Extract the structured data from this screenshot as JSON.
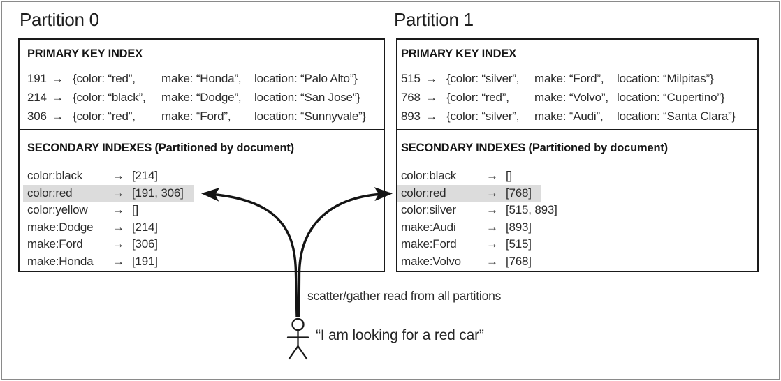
{
  "partitions": [
    {
      "title": "Partition 0",
      "primary_header": "PRIMARY KEY INDEX",
      "primary_rows": [
        {
          "key": "191",
          "arrow": "→",
          "color": "{color: “red”,",
          "make": "make: “Honda”,",
          "location": "location: “Palo Alto”}"
        },
        {
          "key": "214",
          "arrow": "→",
          "color": "{color: “black”,",
          "make": "make: “Dodge”,",
          "location": "location: “San Jose”}"
        },
        {
          "key": "306",
          "arrow": "→",
          "color": "{color: “red”,",
          "make": "make: “Ford”,",
          "location": "location: “Sunnyvale”}"
        }
      ],
      "secondary_header": "SECONDARY INDEXES (Partitioned by document)",
      "secondary_rows": [
        {
          "key": "color:black",
          "arrow": "→",
          "value": "[214]",
          "highlighted": false
        },
        {
          "key": "color:red",
          "arrow": "→",
          "value": "[191, 306]",
          "highlighted": true
        },
        {
          "key": "color:yellow",
          "arrow": "→",
          "value": "[]",
          "highlighted": false
        },
        {
          "key": "make:Dodge",
          "arrow": "→",
          "value": "[214]",
          "highlighted": false
        },
        {
          "key": "make:Ford",
          "arrow": "→",
          "value": "[306]",
          "highlighted": false
        },
        {
          "key": "make:Honda",
          "arrow": "→",
          "value": "[191]",
          "highlighted": false
        }
      ]
    },
    {
      "title": "Partition 1",
      "primary_header": "PRIMARY KEY INDEX",
      "primary_rows": [
        {
          "key": "515",
          "arrow": "→",
          "color": "{color: “silver”,",
          "make": "make: “Ford”,",
          "location": "location: “Milpitas”}"
        },
        {
          "key": "768",
          "arrow": "→",
          "color": "{color: “red”,",
          "make": "make: “Volvo”,",
          "location": "location: “Cupertino”}"
        },
        {
          "key": "893",
          "arrow": "→",
          "color": "{color: “silver”,",
          "make": "make: “Audi”,",
          "location": "location: “Santa Clara”}"
        }
      ],
      "secondary_header": "SECONDARY INDEXES (Partitioned by document)",
      "secondary_rows": [
        {
          "key": "color:black",
          "arrow": "→",
          "value": "[]",
          "highlighted": false
        },
        {
          "key": "color:red",
          "arrow": "→",
          "value": "[768]",
          "highlighted": true
        },
        {
          "key": "color:silver",
          "arrow": "→",
          "value": "[515, 893]",
          "highlighted": false
        },
        {
          "key": "make:Audi",
          "arrow": "→",
          "value": "[893]",
          "highlighted": false
        },
        {
          "key": "make:Ford",
          "arrow": "→",
          "value": "[515]",
          "highlighted": false
        },
        {
          "key": "make:Volvo",
          "arrow": "→",
          "value": "[768]",
          "highlighted": false
        }
      ]
    }
  ],
  "annotations": {
    "scatter_label": "scatter/gather read from all partitions",
    "user_quote": "“I am looking for a red car”"
  },
  "colors": {
    "highlight": "#dcdcdc",
    "box_border": "#1a1a1a",
    "arrow": "#141414",
    "frame": "#8a8a8a",
    "text": "#2b2b2b"
  }
}
